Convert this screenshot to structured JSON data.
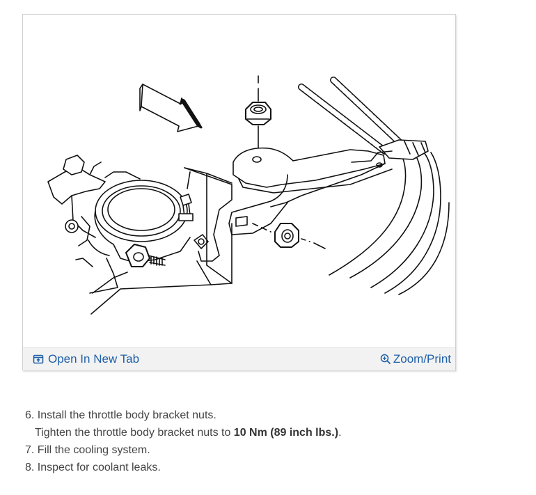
{
  "figure": {
    "open_in_new_tab_label": "Open In New Tab",
    "zoom_print_label": "Zoom/Print",
    "open_icon": "open-in-new-tab-icon",
    "zoom_icon": "zoom-in-icon",
    "link_color": "#1f5fa8"
  },
  "steps": [
    {
      "number": "6.",
      "text": "Install the throttle body bracket nuts.",
      "sub": {
        "prefix": "Tighten the throttle body bracket nuts to ",
        "value": "10 Nm (89 inch lbs.)",
        "suffix": "."
      }
    },
    {
      "number": "7.",
      "text": "Fill the cooling system."
    },
    {
      "number": "8.",
      "text": "Inspect for coolant leaks."
    }
  ]
}
